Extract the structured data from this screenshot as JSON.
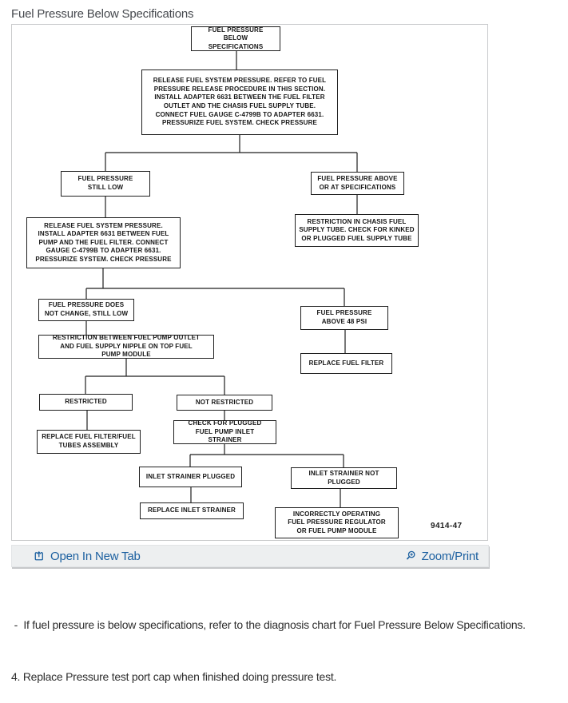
{
  "page": {
    "title": "Fuel Pressure Below Specifications"
  },
  "toolbar": {
    "open_in_new_tab": "Open In New Tab",
    "zoom_print": "Zoom/Print"
  },
  "figure": {
    "label": "9414-47"
  },
  "notes": {
    "line1": " -  If fuel pressure is below specifications, refer to the diagnosis chart for Fuel Pressure Below Specifications.",
    "line2": "4. Replace Pressure test port cap when finished doing pressure test."
  },
  "colors": {
    "link_blue": "#1c60a0",
    "toolbar_bg": "#edeff0",
    "panel_border": "#c9cacc",
    "node_ink": "#1f1f1f"
  },
  "flowchart": {
    "title": "FUEL PRESSURE BELOW SPECIFICATIONS",
    "nodes": {
      "start": "FUEL PRESSURE BELOW SPECIFICATIONS",
      "release_system": "RELEASE FUEL SYSTEM PRESSURE. REFER TO FUEL PRESSURE RELEASE PROCEDURE IN THIS SECTION. INSTALL ADAPTER 6631 BETWEEN THE FUEL FILTER OUTLET AND THE CHASIS FUEL SUPPLY TUBE. CONNECT FUEL GAUGE C-4799B TO ADAPTER 6631. PRESSURIZE FUEL SYSTEM. CHECK PRESSURE",
      "still_low": "FUEL PRESSURE STILL LOW",
      "above_or_at": "FUEL PRESSURE ABOVE OR AT SPECIFICATIONS",
      "release_6631": "RELEASE FUEL SYSTEM PRESSURE. INSTALL ADAPTER 6631 BETWEEN FUEL PUMP AND THE FUEL FILTER. CONNECT GAUGE C-4799B TO ADAPTER 6631. PRESSURIZE SYSTEM. CHECK PRESSURE",
      "restriction_chasis": "RESTRICTION IN CHASIS FUEL SUPPLY TUBE. CHECK FOR KINKED OR PLUGGED FUEL SUPPLY TUBE",
      "no_change": "FUEL PRESSURE DOES NOT CHANGE, STILL LOW",
      "above_48": "FUEL PRESSURE ABOVE 48 PSI",
      "restriction_between": "RESTRICTION BETWEEN FUEL PUMP OUTLET AND FUEL SUPPLY NIPPLE ON TOP FUEL PUMP MODULE",
      "replace_filter": "REPLACE FUEL FILTER",
      "restricted": "RESTRICTED",
      "not_restricted": "NOT RESTRICTED",
      "replace_filter_tubes": "REPLACE FUEL FILTER/FUEL TUBES ASSEMBLY",
      "check_strainer": "CHECK FOR PLUGGED FUEL PUMP INLET STRAINER",
      "strainer_plugged": "INLET STRAINER PLUGGED",
      "strainer_not_plugged": "INLET STRAINER NOT PLUGGED",
      "replace_strainer": "REPLACE INLET STRAINER",
      "incorrect_regulator": "INCORRECTLY OPERATING FUEL PRESSURE REGULATOR OR FUEL PUMP MODULE"
    },
    "edges": [
      {
        "from": "start",
        "to": "release_system"
      },
      {
        "from": "release_system",
        "to": "still_low"
      },
      {
        "from": "release_system",
        "to": "above_or_at"
      },
      {
        "from": "still_low",
        "to": "release_6631"
      },
      {
        "from": "above_or_at",
        "to": "restriction_chasis"
      },
      {
        "from": "release_6631",
        "to": "no_change"
      },
      {
        "from": "release_6631",
        "to": "above_48"
      },
      {
        "from": "no_change",
        "to": "restriction_between"
      },
      {
        "from": "above_48",
        "to": "replace_filter"
      },
      {
        "from": "restriction_between",
        "to": "restricted"
      },
      {
        "from": "restriction_between",
        "to": "not_restricted"
      },
      {
        "from": "restricted",
        "to": "replace_filter_tubes"
      },
      {
        "from": "not_restricted",
        "to": "check_strainer"
      },
      {
        "from": "check_strainer",
        "to": "strainer_plugged"
      },
      {
        "from": "check_strainer",
        "to": "strainer_not_plugged"
      },
      {
        "from": "strainer_plugged",
        "to": "replace_strainer"
      },
      {
        "from": "strainer_not_plugged",
        "to": "incorrect_regulator"
      }
    ]
  }
}
